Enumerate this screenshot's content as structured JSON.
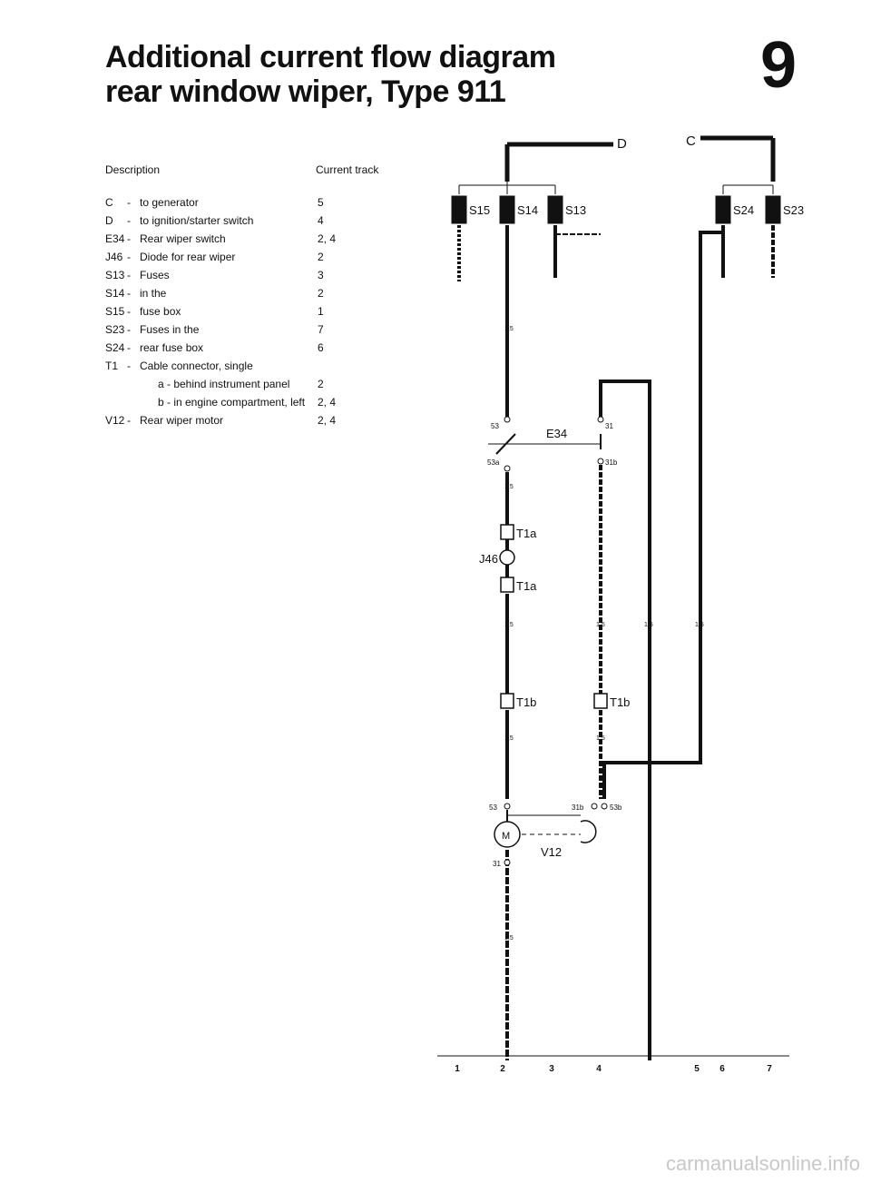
{
  "header": {
    "title_line1": "Additional current flow diagram",
    "title_line2": "rear window wiper, Type 911",
    "section_number": "9"
  },
  "legend": {
    "description_header": "Description",
    "track_header": "Current track",
    "items": [
      {
        "code": "C",
        "dash": "-",
        "desc": "to generator",
        "track": "5"
      },
      {
        "code": "D",
        "dash": "-",
        "desc": "to ignition/starter switch",
        "track": "4"
      },
      {
        "code": "E34",
        "dash": "-",
        "desc": "Rear wiper switch",
        "track": "2, 4"
      },
      {
        "code": "J46",
        "dash": "-",
        "desc": "Diode for rear wiper",
        "track": "2"
      },
      {
        "code": "S13",
        "dash": "-",
        "desc": "Fuses",
        "track": "3"
      },
      {
        "code": "S14",
        "dash": "-",
        "desc": "in the",
        "track": "2"
      },
      {
        "code": "S15",
        "dash": "-",
        "desc": "fuse box",
        "track": "1"
      },
      {
        "code": "S23",
        "dash": "-",
        "desc": "Fuses in the",
        "track": "7"
      },
      {
        "code": "S24",
        "dash": "-",
        "desc": "rear fuse box",
        "track": "6"
      },
      {
        "code": "T1",
        "dash": "-",
        "desc": "Cable connector, single",
        "track": ""
      },
      {
        "code": "",
        "dash": "",
        "desc": "a - behind instrument panel",
        "track": "2"
      },
      {
        "code": "",
        "dash": "",
        "desc": "b - in engine compartment, left",
        "track": "2, 4"
      },
      {
        "code": "V12",
        "dash": "-",
        "desc": "Rear wiper motor",
        "track": "2, 4"
      }
    ]
  },
  "diagram": {
    "labels": {
      "D": "D",
      "C": "C",
      "S15": "S15",
      "S14": "S14",
      "S13": "S13",
      "S24": "S24",
      "S23": "S23",
      "E34": "E34",
      "J46": "J46",
      "T1a_top": "T1a",
      "T1a_bottom": "T1a",
      "T1b_left": "T1b",
      "T1b_right": "T1b",
      "V12": "V12",
      "M": "M",
      "t53": "53",
      "t53a": "53a",
      "t31": "31",
      "t31b": "31b",
      "t53_motor": "53",
      "t31b_motor": "31b",
      "t53b_motor": "53b",
      "t31_motor": "31",
      "wire_size": "1,5"
    },
    "track_numbers": [
      "1",
      "2",
      "3",
      "4",
      "5",
      "6",
      "7"
    ]
  },
  "watermark": "carmanualsonline.info"
}
